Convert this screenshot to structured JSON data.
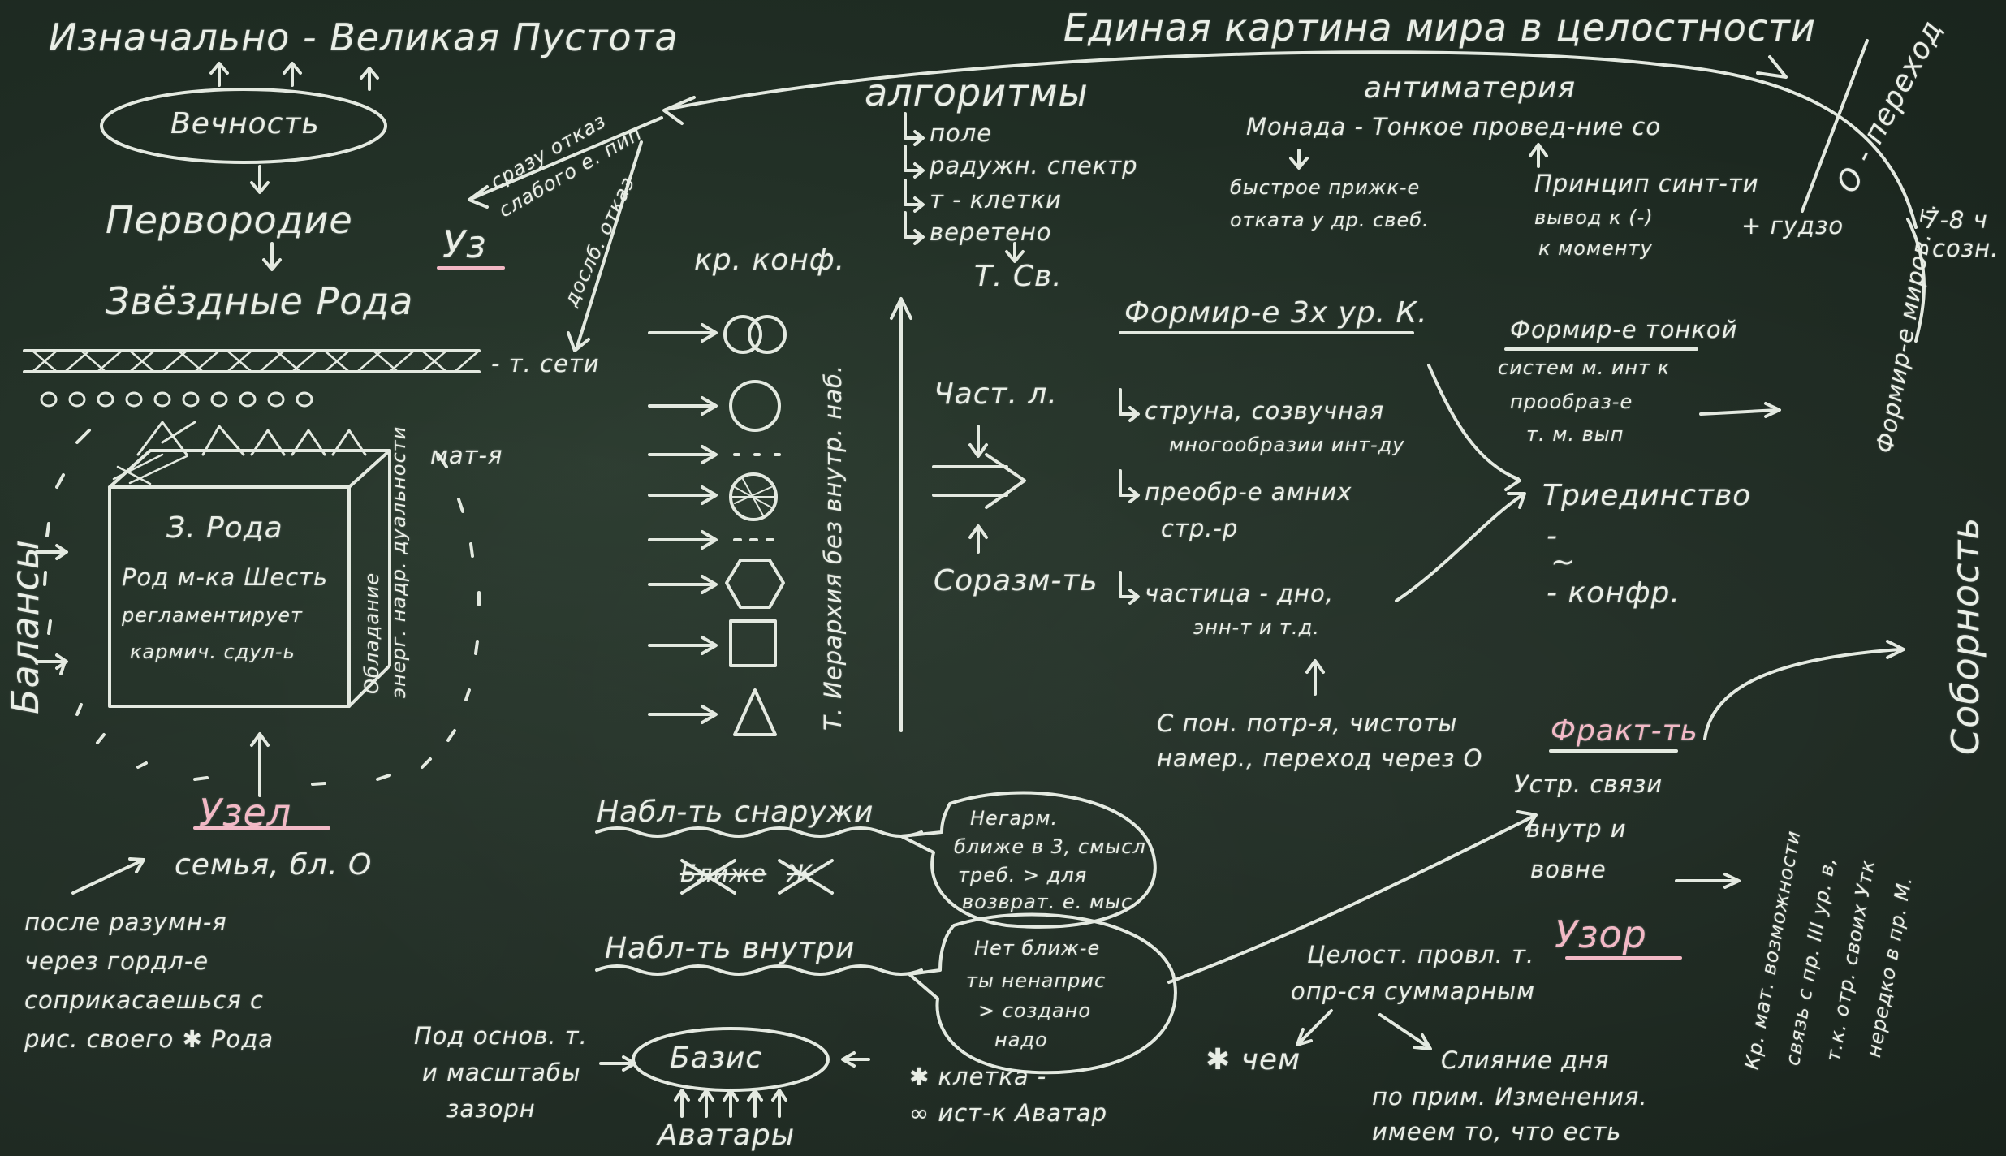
{
  "board": {
    "colors": {
      "background": "#1f2a22",
      "chalk": "#e9eee6",
      "pink_chalk": "#f2b7c4"
    },
    "top": {
      "nachalo": "Изначально - Великая Пустота",
      "vechnost": "Вечность",
      "pervorodnoe": "Первородие",
      "zvezdnye_roda": "Звёздные Рода",
      "uz": "Уз",
      "t_seti": "- т. сети"
    },
    "cube": {
      "title": "З. Рода",
      "line1": "Род м-ка Шесть",
      "line2": "регламентирует",
      "line3": "кармич. сдул-ь",
      "side": "Обладание",
      "side2": "энерг. надр. дуальности",
      "top_label": "мат-я",
      "balansy": "Балансы"
    },
    "uzel": {
      "title": "Узел",
      "sub": "семья, бл. О",
      "note1": "после разумн-я",
      "note2": "через гордл-е",
      "note3": "соприкасаешься с",
      "note4": "рис. своего ✱ Рода"
    },
    "arrow_top": {
      "label1": "сразу отказ",
      "label2": "слабого е. пип",
      "label3": "дослб. отказ"
    },
    "kr_konf": {
      "title": "кр. конф.",
      "vertical": "Т. Иерархия без внутр. наб."
    },
    "algoritmy": {
      "title": "алгоритмы",
      "items": [
        "поле",
        "радужн. спектр",
        "т - клетки",
        "веретено"
      ],
      "ts": "Т. Св."
    },
    "middle": {
      "chast": "Част. л.",
      "sorazm": "Соразм-ть"
    },
    "formir": {
      "title": "Формир-е 3х ур. К.",
      "i1a": "струна, созвучная",
      "i1b": "многообразии инт-ду",
      "i2a": "преобр-е амних",
      "i2b": "стр.-р",
      "i3a": "частица - дно,",
      "i3b": "энн-т и т.д.",
      "bottom1": "С пон. потр-я, чистоты",
      "bottom2": "намер., переход через О"
    },
    "top_right": {
      "title": "Единая картина мира в целостности",
      "antimateria": "антиматерия",
      "monada": "Монада - Тонкое провед-ние со",
      "bystroe1": "быстрое прижк-е",
      "bystroe2": "отката у др. свеб.",
      "princip1": "Принцип синт-ти",
      "princip2": "вывод к (-)",
      "princip3": "к моменту",
      "plus": "+ гудзо",
      "o_perehod": "О - переход",
      "num": "7-8 ч",
      "num2": "созн."
    },
    "right": {
      "formir_tonkoi1": "Формир-е тонкой",
      "formir_tonkoi2": "систем м. инт к",
      "formir_tonkoi3": "прообраз-е",
      "formir_tonkoi4": "т. м. вып",
      "triedinstvo": "Триединство",
      "dash1": "-",
      "tilde": "~",
      "konfiy": "- конфр.",
      "formir_v": "Формир-е миров. т.",
      "sobornost": "Соборность",
      "fraktal": "Фракт-ть",
      "fr1": "Устр. связи",
      "fr2": "внутр и",
      "fr3": "вовне",
      "uzor": "Узор",
      "chelovech": "Целост. провл. т.",
      "opr": "опр-ся суммарным",
      "chem": "✱ чем",
      "sliyanie": "Слияние дня",
      "pri1": "по прим. Изменения.",
      "pri2": "имеем то, что есть",
      "vertical1": "Кр. мат. возможности",
      "vertical2": "связь с пр. III ур. в,",
      "vertical3": "т.к. отр. своих Утк",
      "vertical4": "нередко в пр. М."
    },
    "bottom": {
      "nabl_snaruzhi": "Набл-ть снаружи",
      "struck1": "Ближе",
      "struck2": "Ж",
      "bubble1a": "Негарм.",
      "bubble1b": "ближе в 3, смысл",
      "bubble1c": "треб. > для",
      "bubble1d": "возврат. е. мыс",
      "nabl_vnutri": "Набл-ть внутри",
      "bubble2a": "Нет ближ-е",
      "bubble2b": "ты ненаприс",
      "bubble2c": "> создано",
      "bubble2d": "надо",
      "pod_osnovu1": "Под основ. т.",
      "pod_osnovu2": "и масштабы",
      "pod_osnovu3": "зазорн",
      "bazis": "Базис",
      "avatary": "Аватары",
      "kletka1": "✱ клетка -",
      "kletka2": "∞ ист-к Аватар"
    }
  }
}
